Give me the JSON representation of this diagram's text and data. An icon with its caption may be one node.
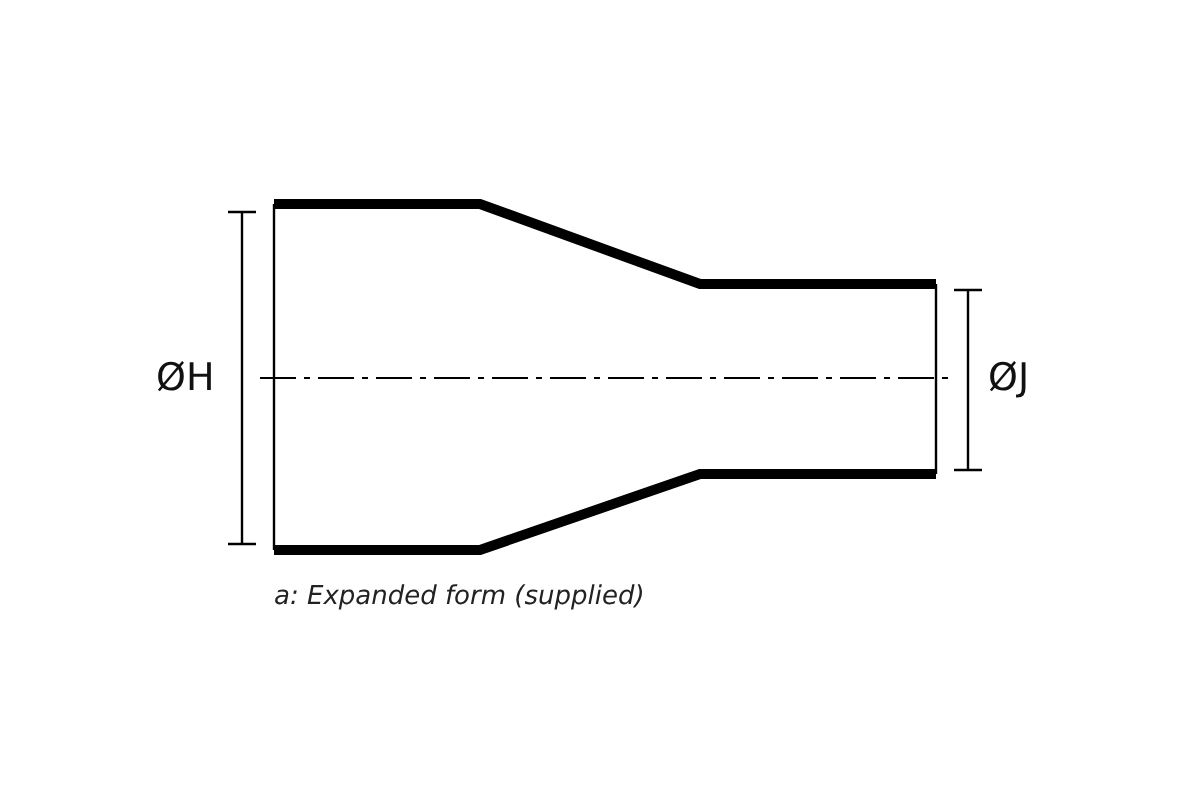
{
  "diagram": {
    "caption": "a: Expanded form (supplied)",
    "labels": [
      "ØH",
      "ØJ"
    ]
  }
}
